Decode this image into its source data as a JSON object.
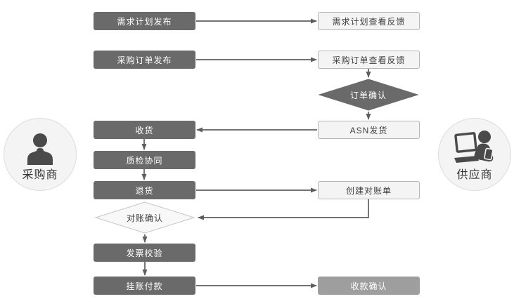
{
  "palette": {
    "dark_box": "#6a6a6a",
    "light_box_fill": "#f4f4f4",
    "light_box_border": "#b5b5b5",
    "mid_gray_box": "#9e9e9e",
    "connector": "#5e5e5e",
    "actor_fill": "#f4f4f4",
    "icon": "#4a4a4a"
  },
  "actors": {
    "buyer": {
      "label": "采购商"
    },
    "supplier": {
      "label": "供应商"
    }
  },
  "buyer_nodes": {
    "demand_plan_release": "需求计划发布",
    "po_release": "采购订单发布",
    "receive_goods": "收货",
    "quality_collab": "质检协同",
    "return_goods": "退货",
    "recon_confirm": "对账确认",
    "invoice_check": "发票校验",
    "payment_on_account": "挂账付款"
  },
  "supplier_nodes": {
    "demand_plan_feedback": "需求计划查看反馈",
    "po_feedback": "采购订单查看反馈",
    "order_confirm": "订单确认",
    "asn_ship": "ASN发货",
    "create_statement": "创建对账单",
    "receipt_confirm": "收款确认"
  }
}
